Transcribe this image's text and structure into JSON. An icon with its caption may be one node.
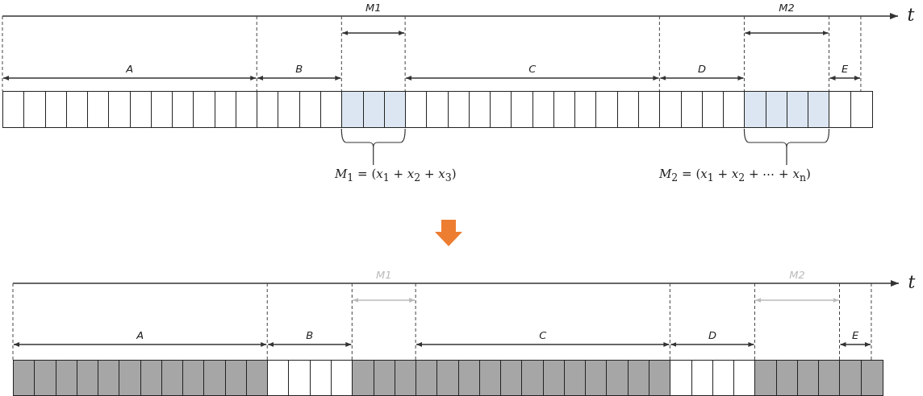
{
  "diagram": {
    "labels": [
      "M1",
      "M2",
      "t",
      "A",
      "B",
      "C",
      "D",
      "E",
      "*M*$_{1}$ = (*x*$_{1}$ + *x*$_{2}$ + *x*$_{3}$)",
      "*M*$_{2}$ = (*x*$_{1}$ + *x*$_{2}$ + ⋯ + *x*$_{n}$)",
      "M1",
      "M2",
      "t",
      "A",
      "B",
      "C",
      "D",
      "E"
    ]
  }
}
